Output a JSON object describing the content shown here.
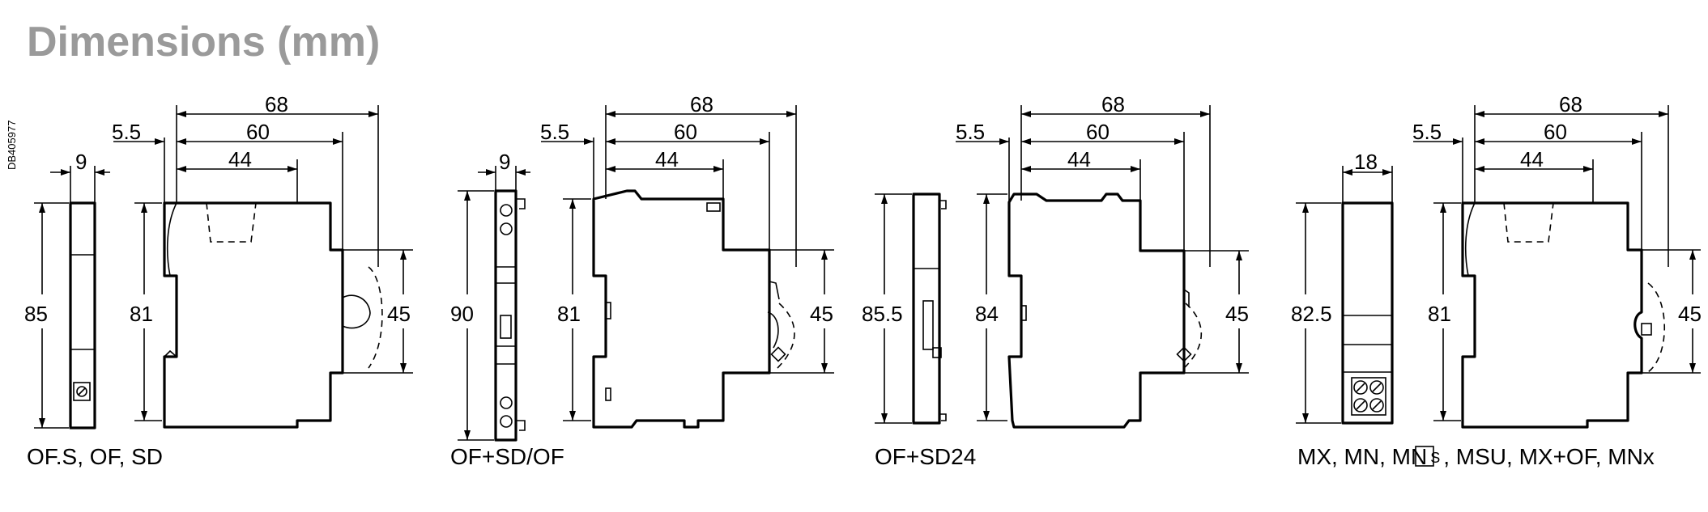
{
  "title": "Dimensions (mm)",
  "reference_code": "DB405977",
  "units": "mm",
  "drawings": [
    {
      "caption": "OF.S, OF, SD",
      "side_width": "9",
      "side_height": "85",
      "front_offset": "5.5",
      "overall_length": "68",
      "body_length": "60",
      "front_length": "44",
      "front_height": "81",
      "front_face_height": "45"
    },
    {
      "caption": "OF+SD/OF",
      "side_width": "9",
      "side_height": "90",
      "front_offset": "5.5",
      "overall_length": "68",
      "body_length": "60",
      "front_length": "44",
      "front_height": "81",
      "front_face_height": "45"
    },
    {
      "caption": "OF+SD24",
      "side_height": "85.5",
      "front_offset": "5.5",
      "overall_length": "68",
      "body_length": "60",
      "front_length": "44",
      "front_height": "84",
      "front_face_height": "45"
    },
    {
      "caption_parts": [
        "MX, MN, MN",
        "S",
        ", MSU, MX+OF, MNx"
      ],
      "side_width": "18",
      "side_height": "82.5",
      "front_offset": "5.5",
      "overall_length": "68",
      "body_length": "60",
      "front_length": "44",
      "front_height": "81",
      "front_face_height": "45"
    }
  ]
}
